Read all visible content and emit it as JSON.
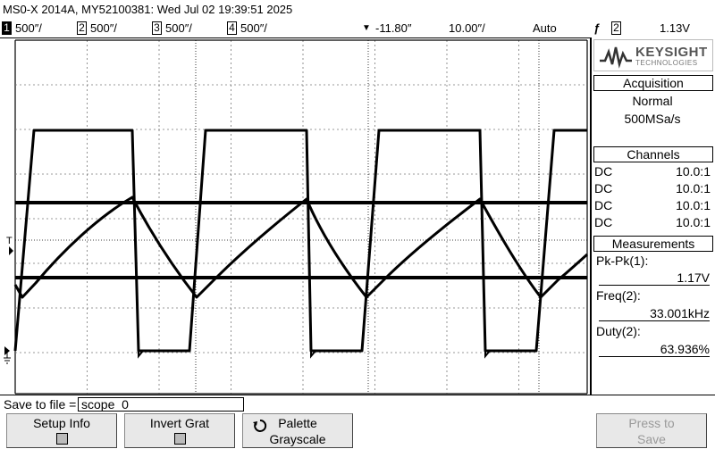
{
  "header": {
    "title": "MS0-X 2014A, MY52100381: Wed Jul 02 19:39:51 2025"
  },
  "channel_bar": {
    "channels": [
      {
        "num": "1",
        "scale": "500″/"
      },
      {
        "num": "2",
        "scale": "500″/"
      },
      {
        "num": "3",
        "scale": "500″/"
      },
      {
        "num": "4",
        "scale": "500″/"
      }
    ],
    "delay": "-11.80″",
    "timebase": "10.00″/",
    "trigger_mode": "Auto",
    "trigger_source": "2",
    "trigger_level": "1.13V"
  },
  "sidebar": {
    "brand": "KEYSIGHT",
    "brand_sub": "TECHNOLOGIES",
    "acquisition": {
      "heading": "Acquisition",
      "mode": "Normal",
      "rate": "500MSa/s"
    },
    "channels": {
      "heading": "Channels",
      "rows": [
        {
          "coupling": "DC",
          "probe": "10.0:1"
        },
        {
          "coupling": "DC",
          "probe": "10.0:1"
        },
        {
          "coupling": "DC",
          "probe": "10.0:1"
        },
        {
          "coupling": "DC",
          "probe": "10.0:1"
        }
      ]
    },
    "measurements": {
      "heading": "Measurements",
      "items": [
        {
          "label": "Pk-Pk(1):",
          "value": "1.17V"
        },
        {
          "label": "Freq(2):",
          "value": "33.001kHz"
        },
        {
          "label": "Duty(2):",
          "value": "63.936%"
        }
      ]
    }
  },
  "save": {
    "label": "Save to file =",
    "filename": "scope_0"
  },
  "softkeys": {
    "setup_info": "Setup Info",
    "invert_grat": "Invert Grat",
    "palette": "Palette",
    "palette_value": "Grayscale",
    "press_to": "Press to",
    "save": "Save"
  },
  "markers": {
    "trigger": "T"
  },
  "colors": {
    "background": "#ffffff",
    "trace": "#000000",
    "grid": "#000000"
  }
}
